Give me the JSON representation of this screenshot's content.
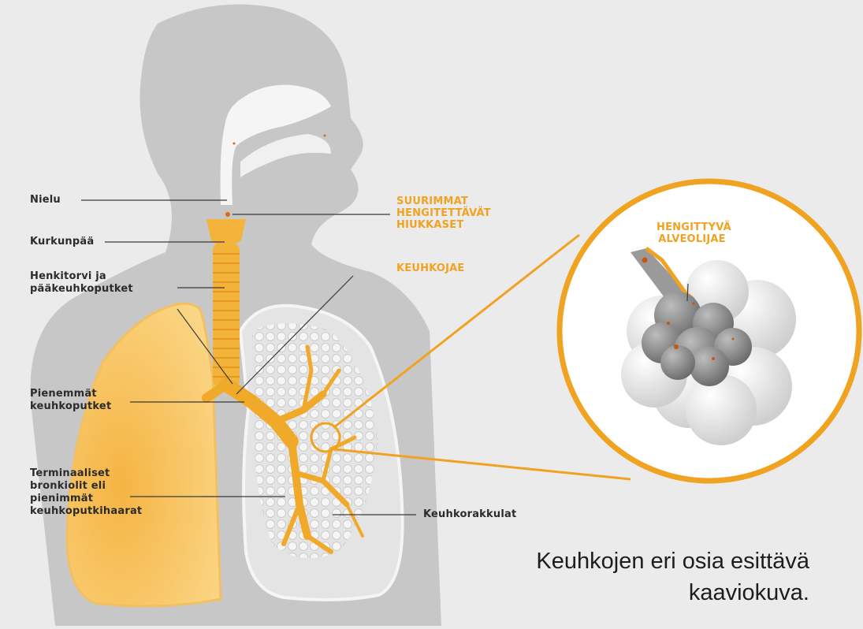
{
  "labels": {
    "nielu": "Nielu",
    "kurkunpaa": "Kurkunpää",
    "henkitorvi": "Henkitorvi ja\npääkeuhkoputket",
    "pienemmat": "Pienemmät\nkeuhkoputket",
    "terminaaliset": "Terminaaliset\nbronkiolit eli\npienimmät\nkeuhkoputkihaarat",
    "keuhkorakkulat": "Keuhkorakkulat"
  },
  "orange_labels": {
    "suurimmat": "SUURIMMAT\nHENGITETTÄVÄT\nHIUKKASET",
    "keuhkojae": "KEUHKOJAE",
    "alveolijae": "HENGITTYVÄ\nALVEOLIJAE"
  },
  "caption": "Keuhkojen eri osia esittävä\nkaaviokuva.",
  "colors": {
    "accent": "#f0a321",
    "background": "#ebebeb",
    "silhouette": "#c6c6c6",
    "lung_left": "#f6c45a",
    "lung_right": "#e3e3e3"
  }
}
